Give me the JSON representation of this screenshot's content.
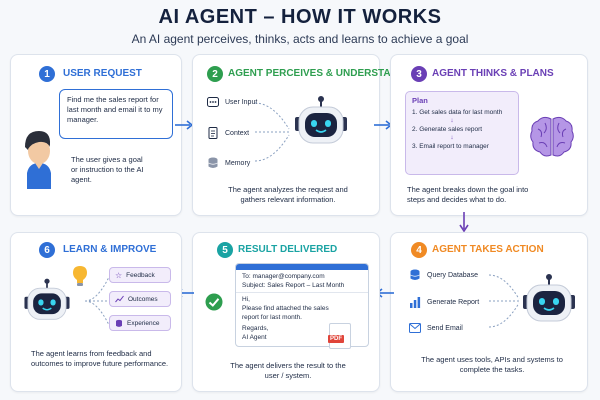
{
  "header": {
    "title": "AI AGENT – HOW IT WORKS",
    "subtitle": "An AI agent perceives, thinks, acts and learns to achieve a goal"
  },
  "steps": [
    {
      "number": "1",
      "title": "USER REQUEST",
      "color": "#2f6fd6",
      "bubble": "Find me the sales report for last month and email it to my manager.",
      "description": "The user gives a goal or instruction to the AI agent."
    },
    {
      "number": "2",
      "title": "AGENT PERCEIVES & UNDERSTANDS",
      "color": "#2e9e4f",
      "inputs": [
        "User Input",
        "Context",
        "Memory"
      ],
      "description": "The agent analyzes the request and gathers relevant information."
    },
    {
      "number": "3",
      "title": "AGENT THINKS & PLANS",
      "color": "#6a3fb5",
      "plan_title": "Plan",
      "plan_steps": [
        "1. Get sales data for last month",
        "2. Generate sales report",
        "3. Email report to manager"
      ],
      "description": "The agent breaks down the goal into steps and decides what to do."
    },
    {
      "number": "4",
      "title": "AGENT TAKES ACTION",
      "color": "#f08a24",
      "actions": [
        "Query Database",
        "Generate Report",
        "Send Email"
      ],
      "description": "The agent uses tools, APIs and systems to complete the tasks."
    },
    {
      "number": "5",
      "title": "RESULT DELIVERED",
      "color": "#1aa3a3",
      "email": {
        "to": "To: manager@company.com",
        "subject": "Subject: Sales Report – Last Month",
        "greeting": "Hi,",
        "body": "Please find attached the sales report for last month.",
        "regards": "Regards,",
        "signature": "AI Agent",
        "attachment": "PDF"
      },
      "description": "The agent delivers the result to the user / system."
    },
    {
      "number": "6",
      "title": "LEARN & IMPROVE",
      "color": "#2f6fd6",
      "feedback_items": [
        "Feedback",
        "Outcomes",
        "Experience"
      ],
      "description": "The agent learns from feedback and outcomes to improve future performance."
    }
  ],
  "icons": {
    "user": "person-icon",
    "robot": "robot-icon",
    "brain": "brain-icon",
    "check": "check-icon",
    "bulb": "lightbulb-icon"
  }
}
